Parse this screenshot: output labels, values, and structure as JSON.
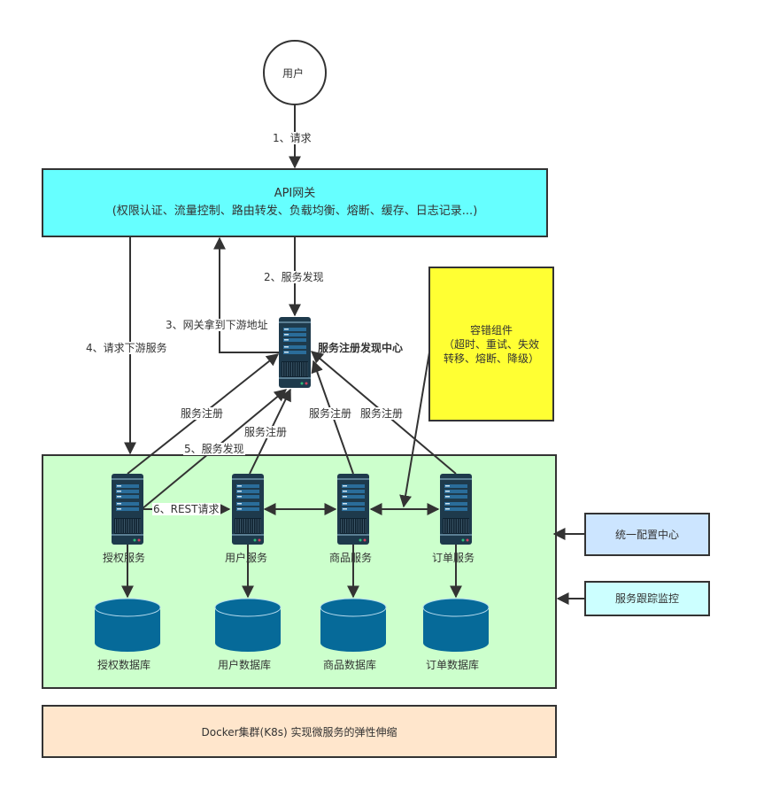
{
  "nodes": {
    "user": "用户",
    "gateway_title": "API网关",
    "gateway_desc": "(权限认证、流量控制、路由转发、负载均衡、熔断、缓存、日志记录...)",
    "registry": "服务注册发现中心",
    "fault_tolerance_title": "容错组件",
    "fault_tolerance_line1": "（超时、重试、失效",
    "fault_tolerance_line2": "转移、熔断、降级）",
    "config_center": "统一配置中心",
    "tracing": "服务跟踪监控",
    "docker": "Docker集群(K8s) 实现微服务的弹性伸缩"
  },
  "services": [
    {
      "name": "授权服务",
      "db": "授权数据库"
    },
    {
      "name": "用户服务",
      "db": "用户数据库"
    },
    {
      "name": "商品服务",
      "db": "商品数据库"
    },
    {
      "name": "订单服务",
      "db": "订单数据库"
    }
  ],
  "edges": {
    "step1": "1、请求",
    "step2": "2、服务发现",
    "step3": "3、网关拿到下游地址",
    "step4": "4、请求下游服务",
    "step5": "5、服务发现",
    "step6": "6、REST请求",
    "register_auth": "服务注册",
    "register_user": "服务注册",
    "register_product": "服务注册",
    "register_order": "服务注册"
  },
  "colors": {
    "gateway": "#66ffff",
    "fault_tolerance": "#ffff33",
    "services_area": "#ccffcc",
    "docker": "#ffe6cc",
    "config_center": "#cce5ff",
    "tracing": "#ccffff",
    "server_body": "#1e3a4c",
    "database": "#066a99",
    "line": "#333333"
  }
}
